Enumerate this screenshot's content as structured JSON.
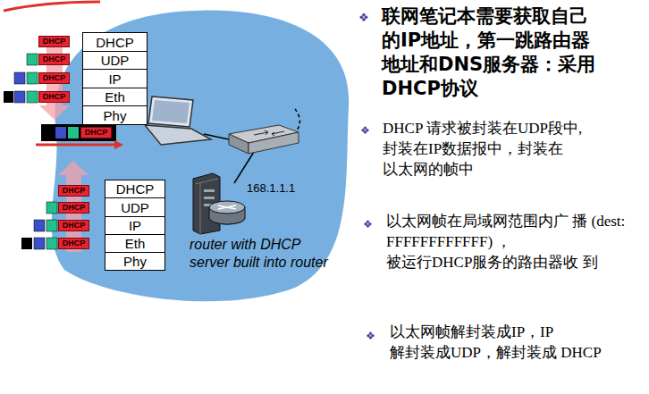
{
  "diagram": {
    "nodes": [
      {
        "text": [
          "DHCP"
        ]
      },
      {
        "text": [
          "UDP"
        ]
      },
      {
        "text": [
          "IP"
        ]
      },
      {
        "text": [
          "Eth"
        ]
      },
      {
        "text": [
          "Phy"
        ]
      },
      {
        "text": [
          "DHCP"
        ]
      },
      {
        "text": [
          "DHCP"
        ]
      },
      {
        "text": [
          "DHCP"
        ]
      },
      {
        "text": [
          "DHCP"
        ]
      },
      {
        "text": [
          "DHCP"
        ]
      },
      {
        "text": [
          "DHCP"
        ]
      },
      {
        "text": [
          "UDP"
        ]
      },
      {
        "text": [
          "IP"
        ]
      },
      {
        "text": [
          "Eth"
        ]
      },
      {
        "text": [
          "Phy"
        ]
      },
      {
        "text": [
          "DHCP"
        ]
      },
      {
        "text": [
          "DHCP"
        ]
      },
      {
        "text": [
          "DHCP"
        ]
      },
      {
        "text": [
          "DHCP"
        ]
      }
    ],
    "labels": [
      "168.1.1.1",
      "router with DHCP server built into router",
      "❖",
      "联网笔记本需要获取自己 的IP地址，第一跳路由器 地址和DNS服务器：采用 DHCP协议",
      "❖",
      "DHCP 请求被封装在UDP段中, 封装在IP数据报中，封装在 以太网的帧中",
      "❖",
      "以太网帧在局域网范围内广 播 (dest: FFFFFFFFFFFF) ， 被运行DHCP服务的路由器收 到",
      "❖",
      "以太网帧解封装成IP，IP 解封装成UDP，解封装成 DHCP"
    ]
  }
}
